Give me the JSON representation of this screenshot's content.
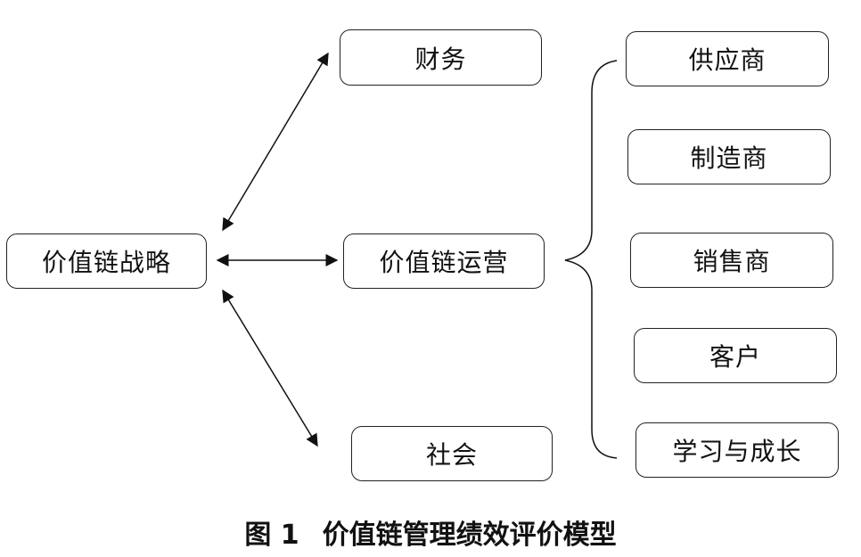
{
  "diagram": {
    "strategy": "价值链战略",
    "finance": "财务",
    "operations": "价值链运营",
    "society": "社会",
    "members": [
      "供应商",
      "制造商",
      "销售商",
      "客户",
      "学习与成长"
    ]
  },
  "caption": {
    "figure_number": "图 1",
    "title": "价值链管理绩效评价模型"
  }
}
